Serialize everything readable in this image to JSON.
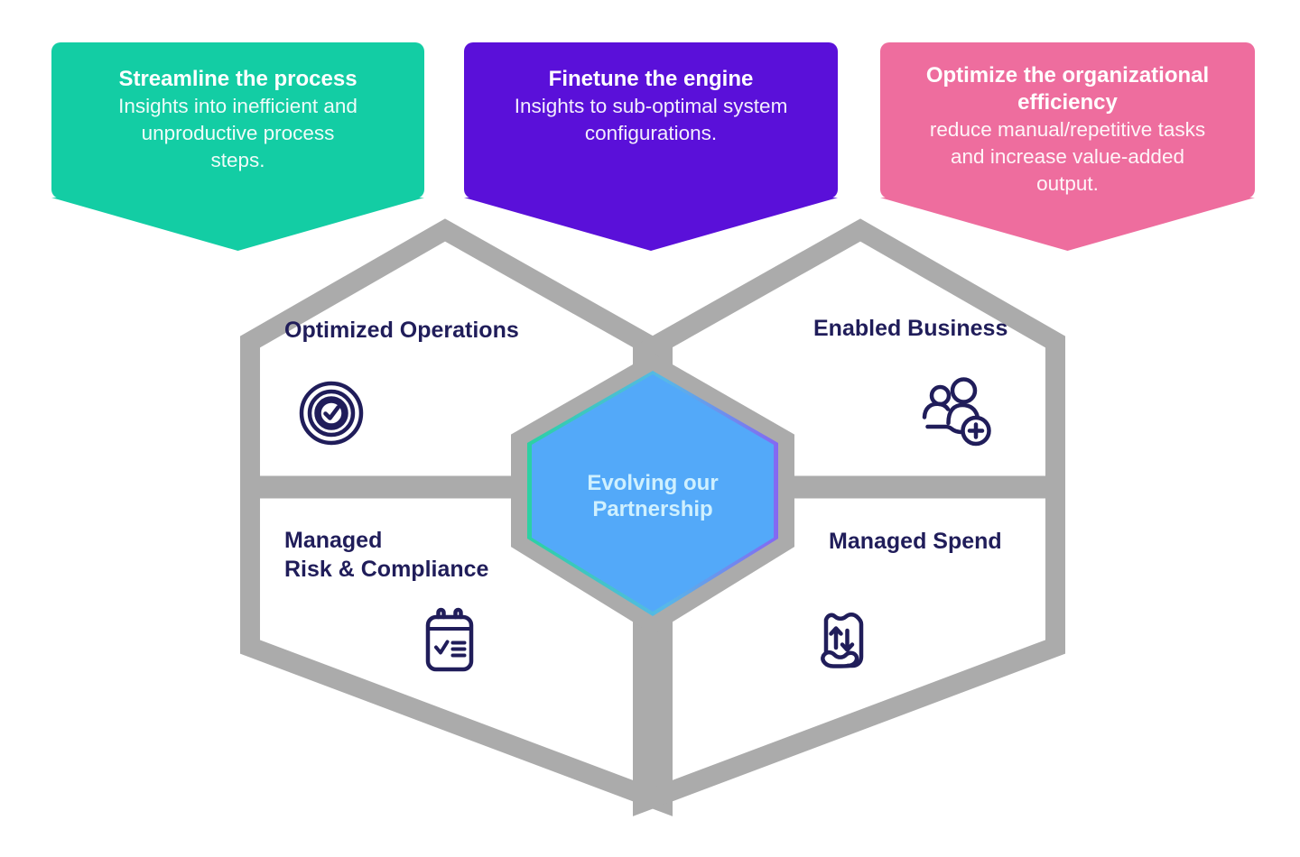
{
  "banners": [
    {
      "title_lines": [
        "Streamline the process"
      ],
      "body_lines": [
        "Insights into inefficient and",
        "unproductive process",
        "steps."
      ],
      "color": "#13CDA4"
    },
    {
      "title_lines": [
        "Finetune the engine"
      ],
      "body_lines": [
        "Insights to sub-optimal system",
        "configurations."
      ],
      "color": "#5A10D9"
    },
    {
      "title_lines": [
        "Optimize the organizational",
        "efficiency"
      ],
      "body_lines": [
        "reduce manual/repetitive tasks",
        "and increase value-added",
        "output."
      ],
      "color": "#EE6D9E"
    }
  ],
  "diagram": {
    "center": {
      "lines": [
        "Evolving our",
        "Partnership"
      ],
      "fill": "#53A9F9",
      "text_color": "#CFF0FE"
    },
    "cells": [
      {
        "lines": [
          "Optimized Operations"
        ],
        "icon": "target-check-icon"
      },
      {
        "lines": [
          "Enabled Business"
        ],
        "icon": "add-user-icon"
      },
      {
        "lines": [
          "Managed",
          "Risk & Compliance"
        ],
        "icon": "checklist-clipboard-icon"
      },
      {
        "lines": [
          "Managed Spend"
        ],
        "icon": "receipt-arrows-icon"
      }
    ],
    "outline_color": "#ABABAB",
    "label_color": "#201D5A",
    "fringe_colors": [
      "#2BD1A3",
      "#8468F2"
    ]
  }
}
